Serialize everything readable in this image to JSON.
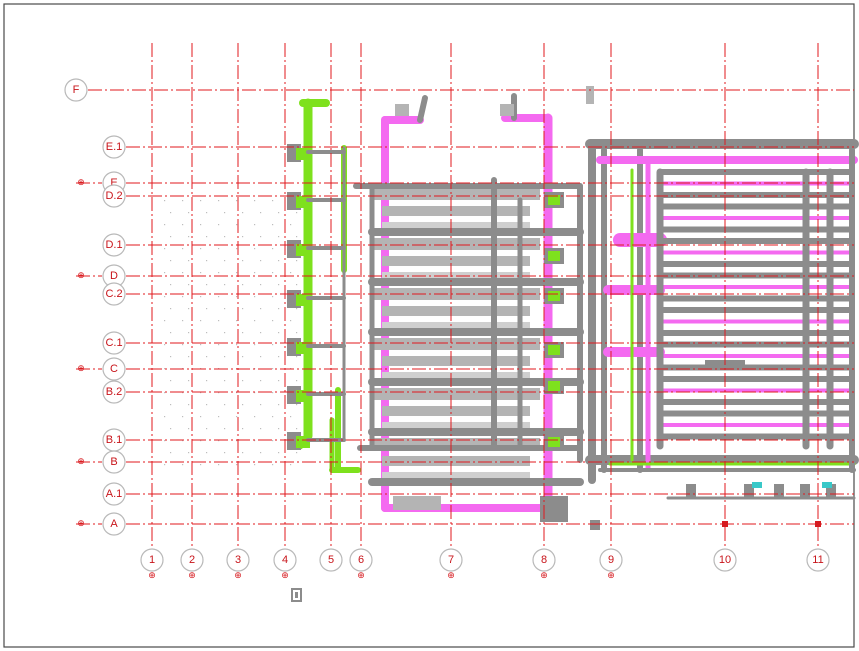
{
  "drawing": {
    "grid_columns": [
      "1",
      "2",
      "3",
      "4",
      "5",
      "6",
      "7",
      "8",
      "9",
      "10",
      "11"
    ],
    "grid_rows": [
      "F",
      "E.1",
      "E",
      "D.2",
      "D.1",
      "D",
      "C.2",
      "C.1",
      "C",
      "B.2",
      "B.1",
      "B",
      "A.1",
      "A"
    ],
    "section_marker_glyph": "⊕",
    "colors": {
      "grid": "#e0191e",
      "grid_label": "#c8141a",
      "bubble_outline": "#b9b9b9",
      "duct_gray": "#8c8c8c",
      "duct_light_gray": "#b4b4b4",
      "duct_magenta": "#f46af0",
      "pipe_green": "#7ee11d",
      "frame": "#4a4a4a"
    }
  }
}
